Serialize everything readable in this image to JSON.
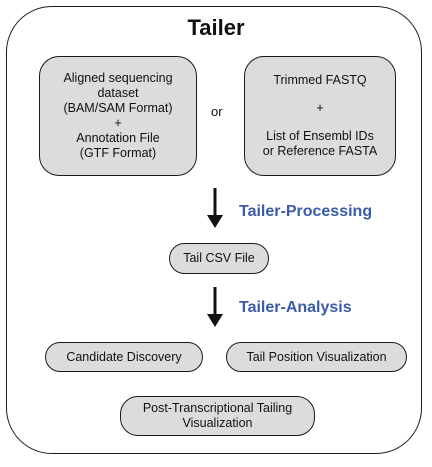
{
  "diagram": {
    "title": "Tailer",
    "input_left": {
      "lines": [
        "Aligned sequencing",
        "dataset",
        "(BAM/SAM Format)",
        "+",
        "Annotation File",
        "(GTF Format)"
      ]
    },
    "connector_or": "or",
    "input_right": {
      "line1": "Trimmed FASTQ",
      "plus": "+",
      "line3": "List of Ensembl IDs",
      "line4": "or Reference FASTA"
    },
    "step1_label": "Tailer-Processing",
    "intermediate": "Tail CSV File",
    "step2_label": "Tailer-Analysis",
    "outputs": {
      "candidate_discovery": "Candidate Discovery",
      "tail_position": "Tail Position Visualization",
      "post_transcriptional": {
        "line1": "Post-Transcriptional Tailing",
        "line2": "Visualization"
      }
    },
    "colors": {
      "box_fill": "#dcdcdc",
      "outline": "#1a1a1a",
      "step_label": "#3b5bab"
    }
  }
}
